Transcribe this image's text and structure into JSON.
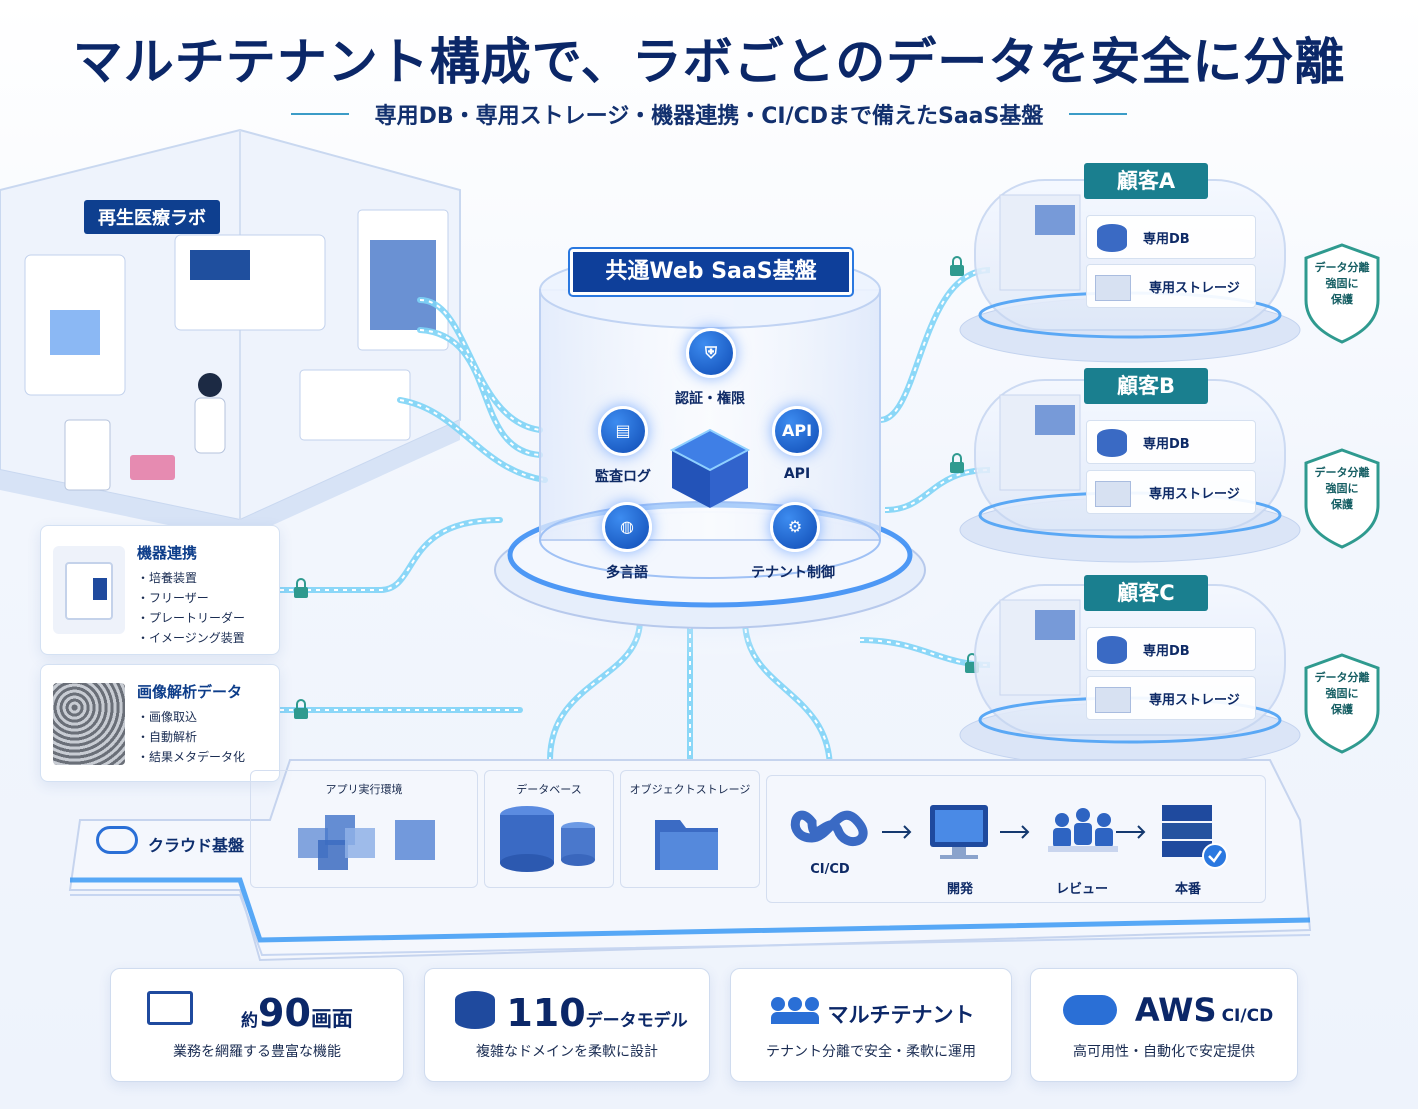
{
  "header": {
    "title": "マルチテナント構成で、ラボごとのデータを安全に分離",
    "subtitle": "専用DB・専用ストレージ・機器連携・CI/CDまで備えたSaaS基盤"
  },
  "lab": {
    "label": "再生医療ラボ"
  },
  "cards": {
    "equipment": {
      "title": "機器連携",
      "items": [
        "培養装置",
        "フリーザー",
        "プレートリーダー",
        "イメージング装置"
      ]
    },
    "image": {
      "title": "画像解析データ",
      "items": [
        "画像取込",
        "自動解析",
        "結果メタデータ化"
      ]
    }
  },
  "platform": {
    "label": "共通Web SaaS基盤",
    "features": {
      "auth": "認証・権限",
      "audit": "監査ログ",
      "api": "API",
      "api_icon": "API",
      "i18n": "多言語",
      "tenant": "テナント制御"
    }
  },
  "customers": [
    {
      "title": "顧客A",
      "db": "専用DB",
      "storage": "専用ストレージ",
      "shield": "データ分離\n強固に\n保護"
    },
    {
      "title": "顧客B",
      "db": "専用DB",
      "storage": "専用ストレージ",
      "shield": "データ分離\n強固に\n保護"
    },
    {
      "title": "顧客C",
      "db": "専用DB",
      "storage": "専用ストレージ",
      "shield": "データ分離\n強固に\n保護"
    }
  ],
  "cloud": {
    "label": "クラウド基盤",
    "app_env": "アプリ実行環境",
    "database": "データベース",
    "object_storage": "オブジェクトストレージ",
    "cicd": "CI/CD",
    "steps": [
      "開発",
      "レビュー",
      "本番"
    ]
  },
  "stats": [
    {
      "prefix": "約",
      "value": "90",
      "unit": "画面",
      "desc": "業務を網羅する豊富な機能"
    },
    {
      "prefix": "",
      "value": "110",
      "unit": "データモデル",
      "desc": "複雑なドメインを柔軟に設計"
    },
    {
      "prefix": "",
      "value": "",
      "unit": "マルチテナント",
      "desc": "テナント分離で安全・柔軟に運用"
    },
    {
      "prefix": "",
      "value": "AWS",
      "unit": "CI/CD",
      "desc": "高可用性・自動化で安定提供"
    }
  ],
  "colors": {
    "navy": "#0b2768",
    "accent_blue": "#2a78e0",
    "glow": "#5fc3f5",
    "teal": "#1a7f8f"
  }
}
